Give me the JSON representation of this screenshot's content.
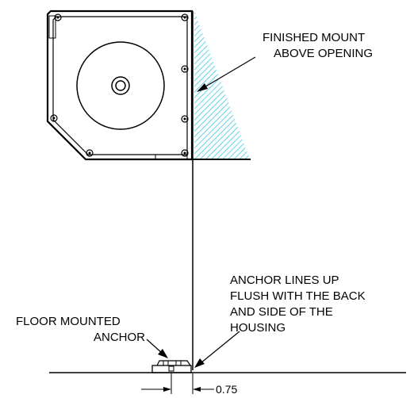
{
  "labels": {
    "finished_mount": [
      "FINISHED MOUNT",
      "ABOVE OPENING"
    ],
    "anchor_lines": [
      "ANCHOR LINES UP",
      "FLUSH WITH THE BACK",
      "AND SIDE OF THE",
      "HOUSING"
    ],
    "floor_anchor": [
      "FLOOR MOUNTED",
      "ANCHOR"
    ],
    "dimension": "0.75"
  },
  "colors": {
    "line": "#000000",
    "hatch": "#3cc8e6"
  }
}
